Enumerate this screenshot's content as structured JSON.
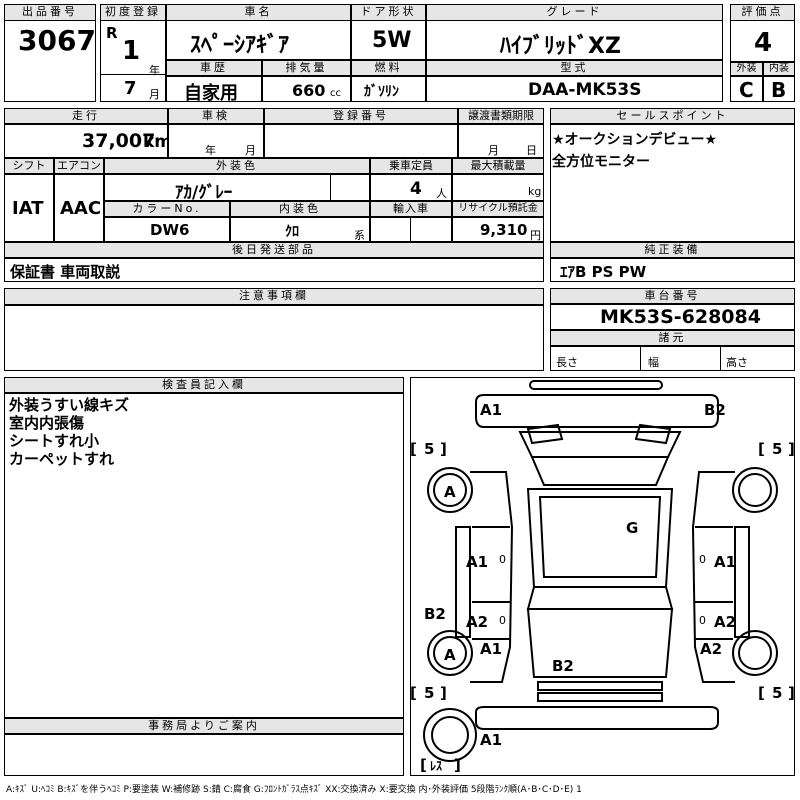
{
  "headers": {
    "lot_no": "出品番号",
    "first_reg": "初度登録",
    "car_name": "車名",
    "door": "ドア形状",
    "grade": "グレード",
    "score": "評価点",
    "history": "車歴",
    "displacement": "排気量",
    "fuel": "燃料",
    "model": "型式",
    "exterior": "外装",
    "interior": "内装",
    "mileage": "走行",
    "inspection": "車検",
    "reg_no": "登録番号",
    "transfer_deadline": "譲渡書類期限",
    "sales_point": "セールスポイント",
    "shift": "シフト",
    "aircon": "エアコン",
    "ext_color": "外装色",
    "capacity": "乗車定員",
    "max_load": "最大積載量",
    "color_no": "カラーNo.",
    "int_color": "内装色",
    "import": "輸入車",
    "recycle": "リサイクル預託金",
    "later_parts": "後日発送部品",
    "genuine_equipment": "純正装備",
    "notes": "注意事項欄",
    "chassis_no": "車台番号",
    "dimensions": "諸元",
    "inspector_notes": "検査員記入欄",
    "office_notice": "事務局よりご案内"
  },
  "lot_no": "3067",
  "first_reg": {
    "era": "R",
    "year": "1",
    "year_unit": "年",
    "month": "7",
    "month_unit": "月"
  },
  "car_name": "ｽﾍﾟｰｼｱｷﾞｱ",
  "door": "5W",
  "grade": "ﾊｲﾌﾞﾘｯﾄﾞXZ",
  "score": "4",
  "history": "自家用",
  "displacement": "660",
  "displacement_unit": "cc",
  "fuel": "ｶﾞｿﾘﾝ",
  "model": "DAA-MK53S",
  "exterior_grade": "C",
  "interior_grade": "B",
  "mileage": "37,007",
  "mileage_unit": "km",
  "inspection_year_unit": "年",
  "inspection_month_unit": "月",
  "transfer_month_unit": "月",
  "transfer_day_unit": "日",
  "sales_points": [
    "★オークションデビュー★",
    "全方位モニター"
  ],
  "shift": "IAT",
  "aircon": "AAC",
  "ext_color": "ｱｶ/ｸﾞﾚｰ",
  "capacity": "4",
  "capacity_unit": "人",
  "max_load_unit": "kg",
  "color_no": "DW6",
  "int_color": "ｸﾛ",
  "int_color_unit": "系",
  "recycle_fee": "9,310",
  "recycle_unit": "円",
  "later_parts": "保証書 車両取説",
  "genuine_equipment": "ｴｱB PS PW",
  "chassis_no": "MK53S-628084",
  "dim_labels": {
    "length": "長さ",
    "width": "幅",
    "height": "高さ"
  },
  "inspector_notes": [
    "外装うすい線キズ",
    "室内内張傷",
    "シートすれ小",
    "カーペットすれ"
  ],
  "diagram": {
    "marks": {
      "front_left": "A1",
      "front_right": "B2",
      "tire_fl": "A",
      "tire_rl": "A",
      "roof": "G",
      "left_front_door": "A1",
      "right_front_door": "A1",
      "left_rear_door": "A2",
      "right_rear_door": "A2",
      "left_rear_quarter": "A1",
      "right_rear_quarter": "A2",
      "left_sill": "B2",
      "rear_glass": "B2",
      "rear_bumper": "A1"
    },
    "tread_fl": "5",
    "tread_fr": "5",
    "tread_rl": "5",
    "tread_rr": "5",
    "spare": "ﾚｽ",
    "door_zero": "0"
  },
  "legend": "A:ｷｽﾞ U:ﾍｺﾐ B:ｷｽﾞを伴うﾍｺﾐ P:要塗装 W:補修跡 S:錆 C:腐食 G:ﾌﾛﾝﾄｶﾞﾗｽ点ｷｽﾞ XX:交換済み X:要交換  内･外装評価 5段階ﾗﾝｸ順(A･B･C･D･E) 1"
}
